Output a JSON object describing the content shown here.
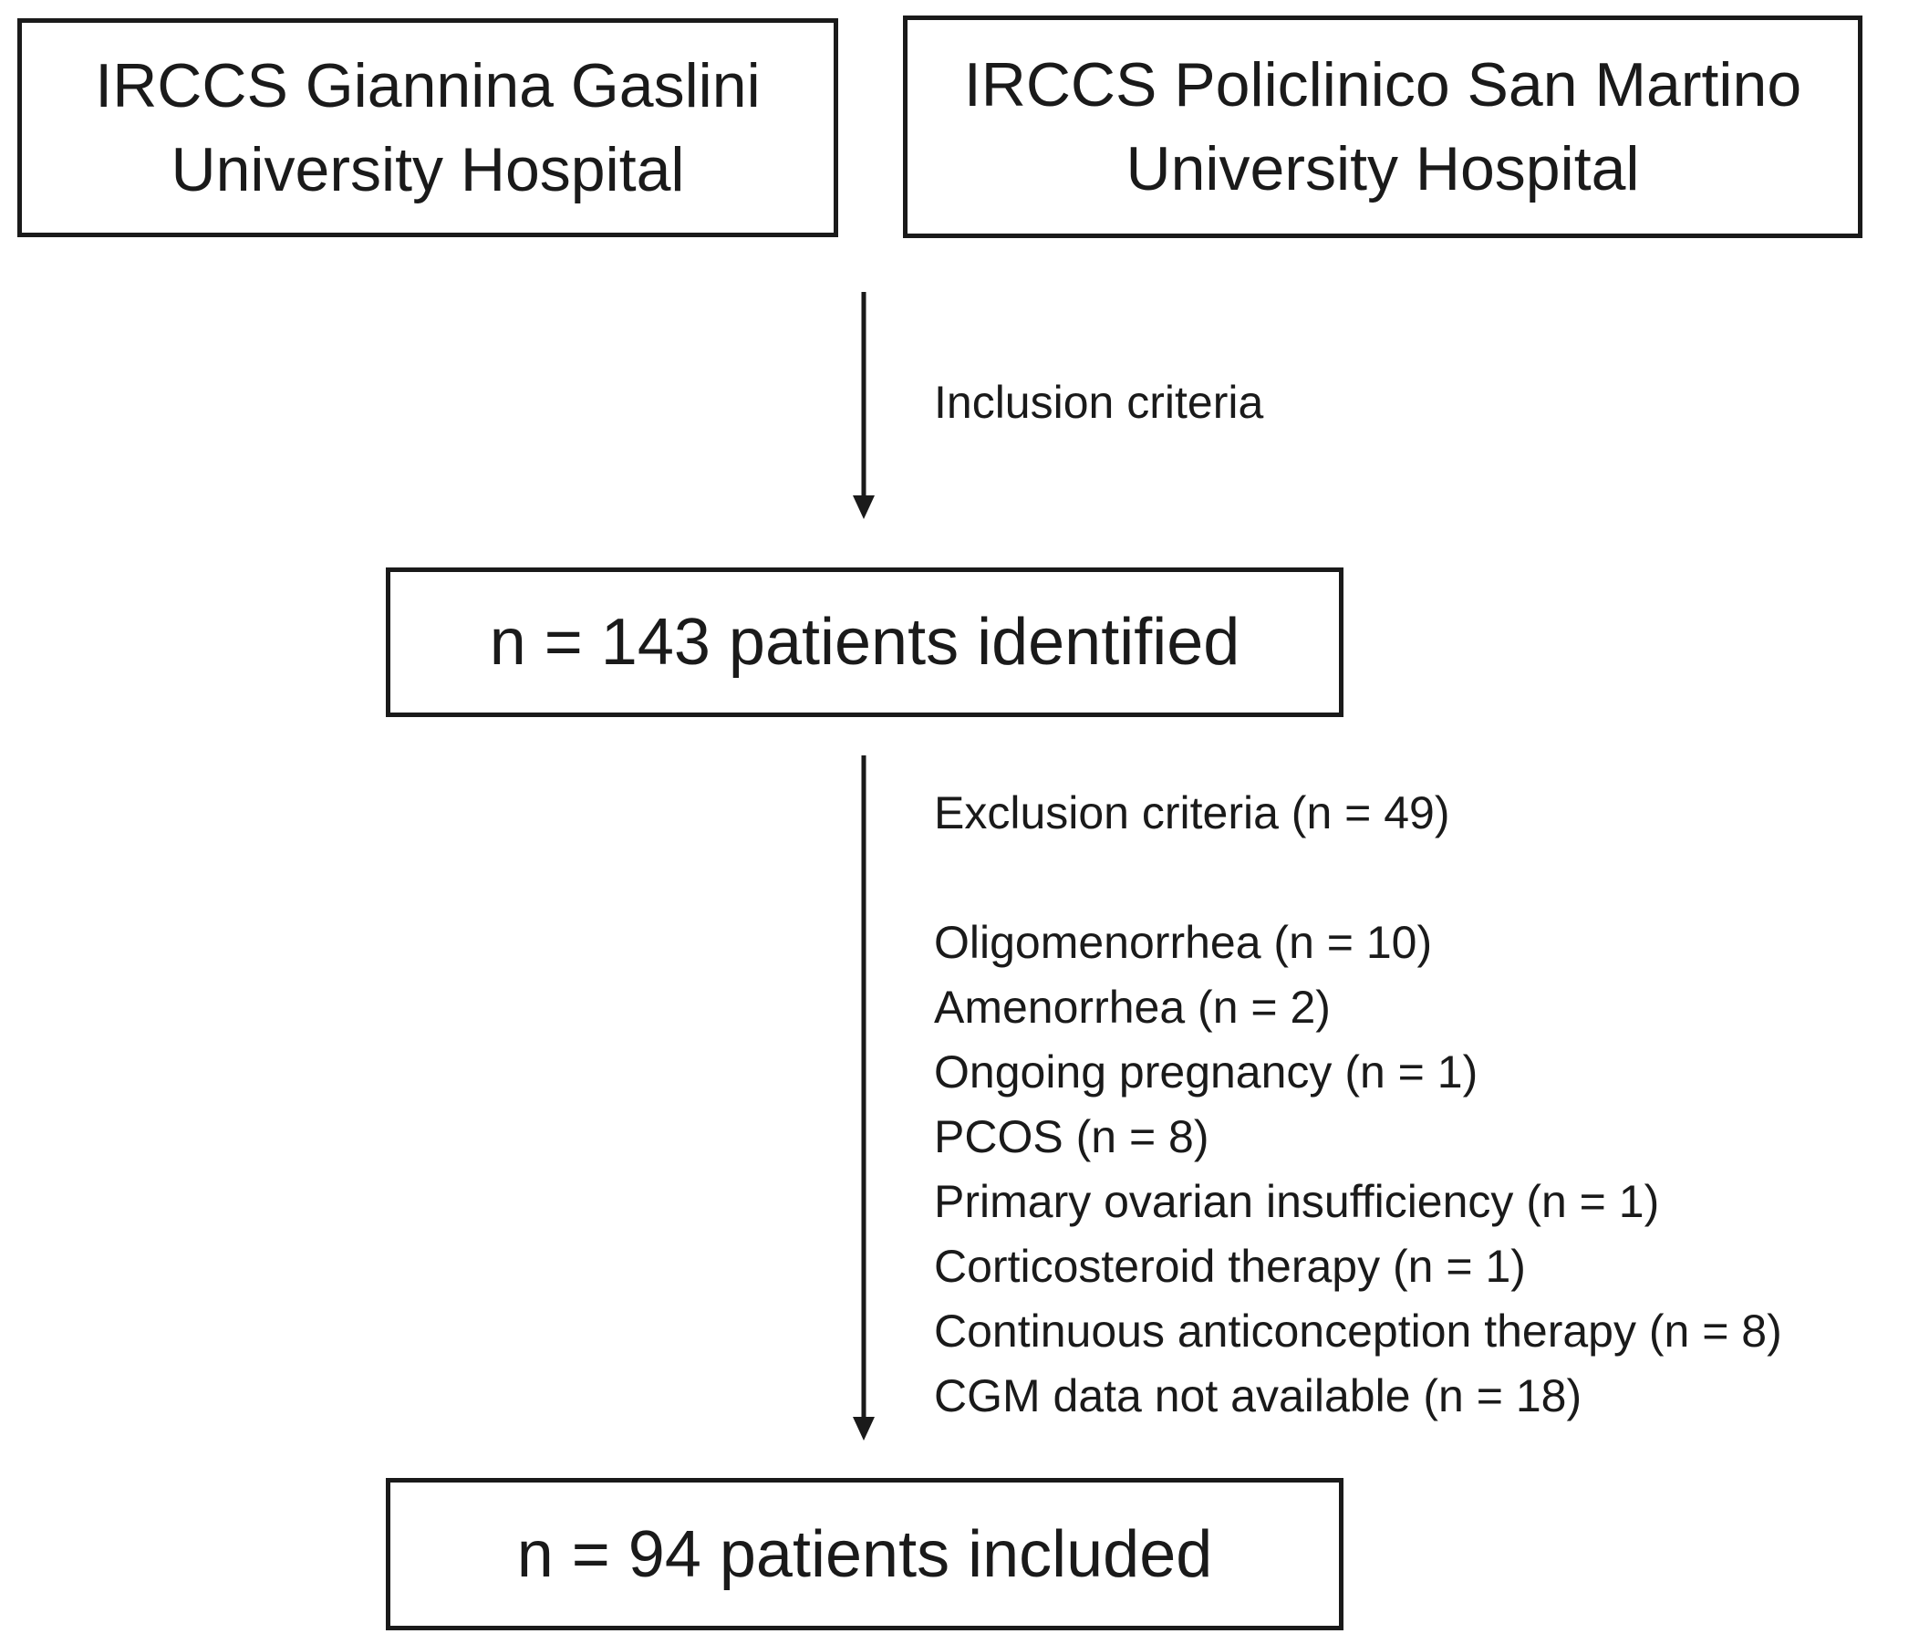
{
  "sources": [
    {
      "line1": "IRCCS Giannina Gaslini",
      "line2": "University Hospital"
    },
    {
      "line1": "IRCCS Policlinico San Martino",
      "line2": "University Hospital"
    }
  ],
  "inclusion_label": "Inclusion criteria",
  "identified_label": "n = 143 patients identified",
  "exclusion": {
    "title": "Exclusion criteria (n = 49)",
    "items": [
      "Oligomenorrhea (n = 10)",
      "Amenorrhea (n = 2)",
      "Ongoing pregnancy (n = 1)",
      "PCOS (n = 8)",
      "Primary ovarian insufficiency (n = 1)",
      "Corticosteroid therapy (n = 1)",
      "Continuous anticonception therapy (n = 8)",
      "CGM data not available (n = 18)"
    ]
  },
  "included_label": "n = 94 patients included",
  "colors": {
    "stroke": "#1a1a1a",
    "background": "#ffffff"
  }
}
